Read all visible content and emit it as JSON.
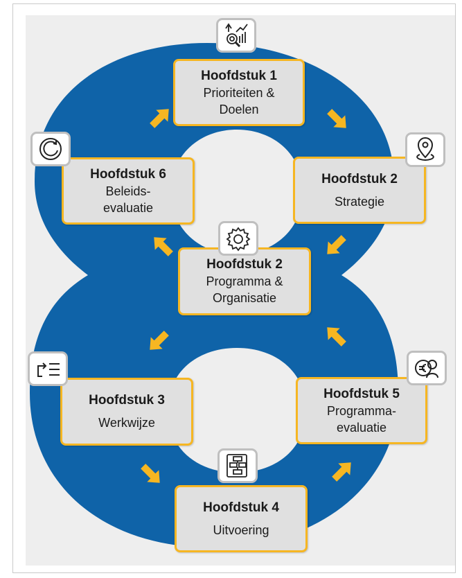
{
  "diagram": {
    "colors": {
      "ring": "#0f63a8",
      "arrow": "#f6b622",
      "box_border": "#f6b622",
      "box_fill": "#e0e0e0",
      "background": "#eeeeee"
    },
    "steps": [
      {
        "title": "Hoofdstuk 1",
        "subtitle": "Prioriteiten &\nDoelen",
        "icon": "analytics-magnifier-icon"
      },
      {
        "title": "Hoofdstuk 2",
        "subtitle": "Strategie",
        "icon": "location-pin-icon"
      },
      {
        "title": "Hoofdstuk 2",
        "subtitle": "Programma &\nOrganisatie",
        "icon": "gear-icon"
      },
      {
        "title": "Hoofdstuk 3",
        "subtitle": "Werkwijze",
        "icon": "redo-list-icon"
      },
      {
        "title": "Hoofdstuk 4",
        "subtitle": "Uitvoering",
        "icon": "flowchart-icon"
      },
      {
        "title": "Hoofdstuk 5",
        "subtitle": "Programma-\nevaluatie",
        "icon": "euro-coins-icon"
      },
      {
        "title": "Hoofdstuk 6",
        "subtitle": "Beleids-\nevaluatie",
        "icon": "refresh-icon"
      }
    ]
  }
}
